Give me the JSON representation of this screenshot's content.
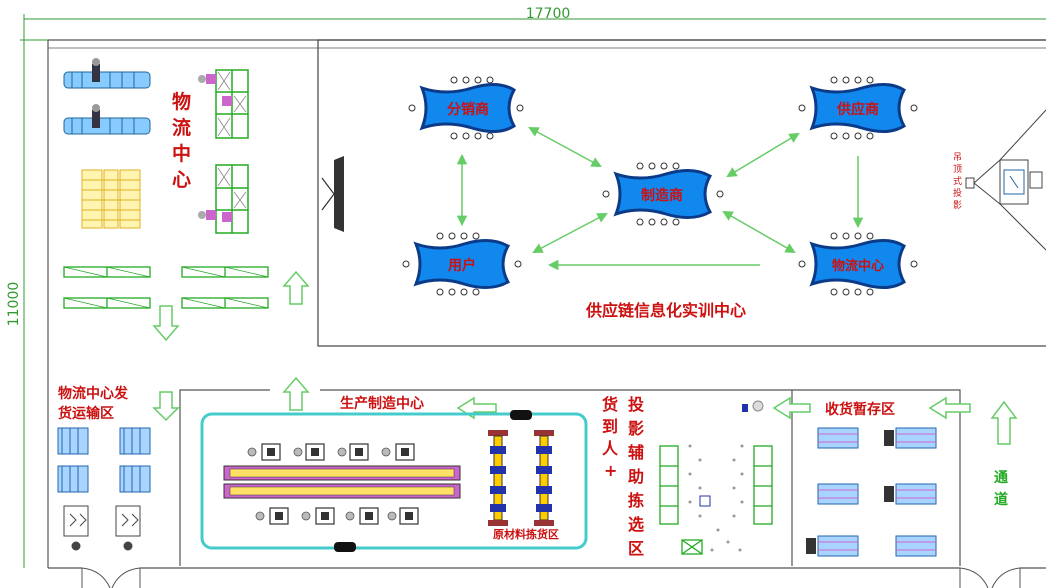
{
  "dimensions": {
    "width_label": "17700",
    "height_label": "11000"
  },
  "zones": {
    "logistics_center": "物流中心",
    "logistics_dispatch_line1": "物流中心发",
    "logistics_dispatch_line2": "货运输区",
    "training_center": "供应链信息化实训中心",
    "ceiling_projector": "吊顶式投影",
    "manufacturing": "生产制造中心",
    "raw_material": "原材料拣货区",
    "goods_to_person": "货到人+",
    "projection_picking": "投影辅助拣选区",
    "receiving": "收货暂存区",
    "passage": "通道"
  },
  "nodes": [
    {
      "id": "distributor",
      "label": "分销商"
    },
    {
      "id": "supplier",
      "label": "供应商"
    },
    {
      "id": "manufacturer",
      "label": "制造商"
    },
    {
      "id": "user",
      "label": "用户"
    },
    {
      "id": "logistics",
      "label": "物流中心"
    }
  ],
  "colors": {
    "accent_red": "#cc1111",
    "arrow_green": "#66cc66",
    "node_blue": "#1188ee",
    "dimension_green": "#339933",
    "shelf_green": "#22aa22",
    "conveyor_border": "#44cccc"
  }
}
